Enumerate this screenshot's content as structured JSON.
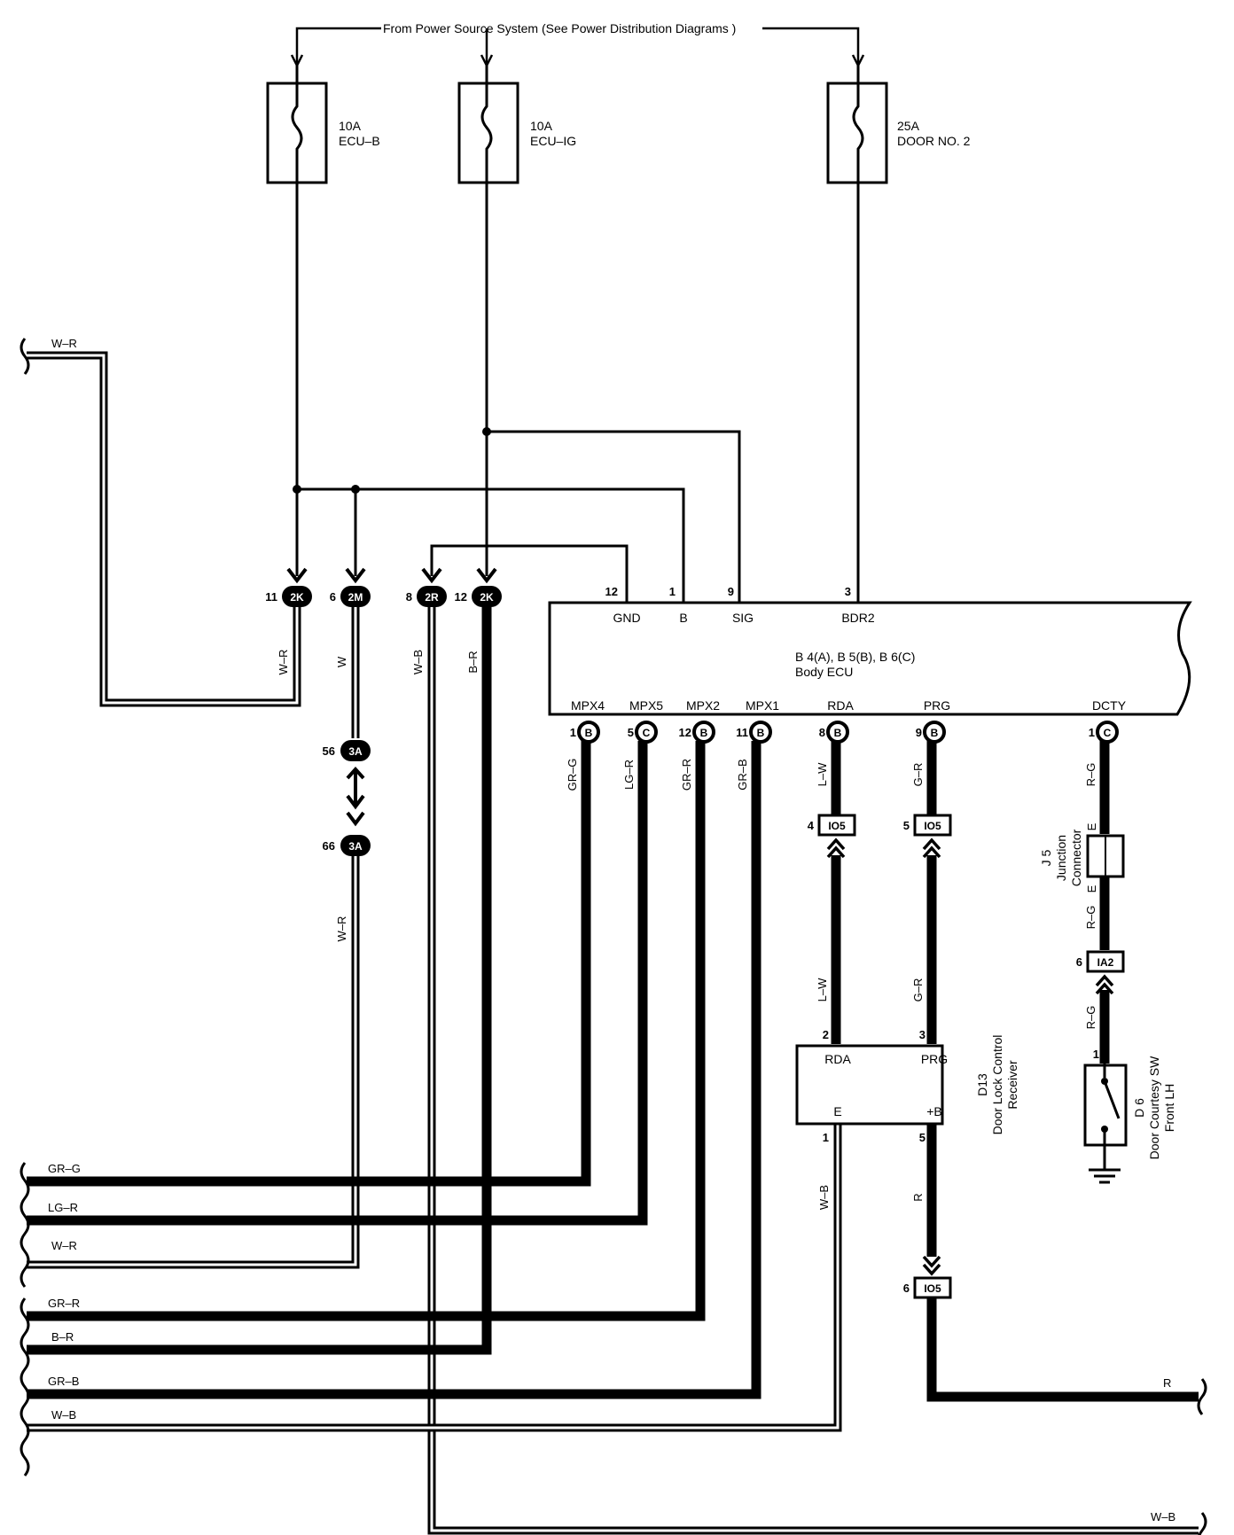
{
  "header": "From Power Source System (See Power Distribution Diagrams )",
  "fuses": [
    {
      "amp": "10A",
      "name": "ECU–B"
    },
    {
      "amp": "10A",
      "name": "ECU–IG"
    },
    {
      "amp": "25A",
      "name": "DOOR NO. 2"
    }
  ],
  "ecu": {
    "title1": "B 4(A), B 5(B), B 6(C)",
    "title2": "Body ECU",
    "top_pins": [
      {
        "num": "12",
        "name": "GND"
      },
      {
        "num": "1",
        "name": "B"
      },
      {
        "num": "9",
        "name": "SIG"
      },
      {
        "num": "3",
        "name": "BDR2"
      }
    ],
    "bottom_pins": [
      {
        "num": "1",
        "name": "MPX4",
        "conn": "B"
      },
      {
        "num": "5",
        "name": "MPX5",
        "conn": "C"
      },
      {
        "num": "12",
        "name": "MPX2",
        "conn": "B"
      },
      {
        "num": "11",
        "name": "MPX1",
        "conn": "B"
      },
      {
        "num": "8",
        "name": "RDA",
        "conn": "B"
      },
      {
        "num": "9",
        "name": "PRG",
        "conn": "B"
      },
      {
        "num": "1",
        "name": "DCTY",
        "conn": "C"
      }
    ]
  },
  "connectors": {
    "top": [
      {
        "num": "11",
        "code": "2K"
      },
      {
        "num": "6",
        "code": "2M"
      },
      {
        "num": "8",
        "code": "2R"
      },
      {
        "num": "12",
        "code": "2K"
      }
    ],
    "c56": {
      "num": "56",
      "code": "3A"
    },
    "c66": {
      "num": "66",
      "code": "3A"
    },
    "io5_4": {
      "num": "4",
      "code": "IO5"
    },
    "io5_5": {
      "num": "5",
      "code": "IO5"
    },
    "io5_6": {
      "num": "6",
      "code": "IO5"
    },
    "ia2_6": {
      "num": "6",
      "code": "IA2"
    }
  },
  "wires": {
    "w_r": "W–R",
    "w": "W",
    "w_b": "W–B",
    "b_r": "B–R",
    "gr_g": "GR–G",
    "lg_r": "LG–R",
    "gr_r": "GR–R",
    "gr_b": "GR–B",
    "l_w": "L–W",
    "g_r": "G–R",
    "r_g": "R–G",
    "r": "R"
  },
  "junction": {
    "id": "J 5",
    "name1": "Junction",
    "name2": "Connector",
    "pin": "E"
  },
  "receiver": {
    "id": "D13",
    "name1": "Door Lock Control",
    "name2": "Receiver",
    "pins": [
      {
        "num": "2",
        "name": "RDA"
      },
      {
        "num": "3",
        "name": "PRG"
      },
      {
        "num": "1",
        "name": "E"
      },
      {
        "num": "5",
        "name": "+B"
      }
    ]
  },
  "door_sw": {
    "id": "D 6",
    "name1": "Door Courtesy SW",
    "name2": "Front LH",
    "pin": "1"
  }
}
